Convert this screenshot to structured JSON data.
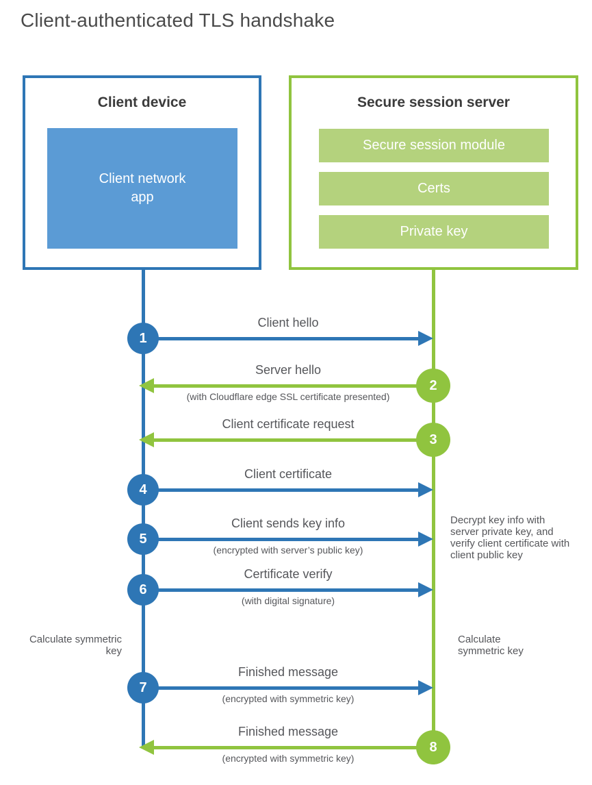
{
  "title": "Client-authenticated TLS handshake",
  "colors": {
    "blue": "#2e76b5",
    "blue_light": "#5b9bd5",
    "green": "#90c43f",
    "green_light": "#b4d27d",
    "heading_text": "#3b3b3b",
    "body_text": "#55565a",
    "title_text": "#4a4a4a"
  },
  "client_box": {
    "title": "Client device",
    "app_lines": [
      "Client network",
      "app"
    ]
  },
  "server_box": {
    "title": "Secure session server",
    "modules": [
      "Secure session module",
      "Certs",
      "Private key"
    ]
  },
  "steps": [
    {
      "num": "1",
      "from": "client",
      "label": "Client hello",
      "sub": ""
    },
    {
      "num": "2",
      "from": "server",
      "label": "Server hello",
      "sub": "(with Cloudflare edge SSL certificate presented)"
    },
    {
      "num": "3",
      "from": "server",
      "label": "Client certificate request",
      "sub": ""
    },
    {
      "num": "4",
      "from": "client",
      "label": "Client certificate",
      "sub": ""
    },
    {
      "num": "5",
      "from": "client",
      "label": "Client sends key info",
      "sub": "(encrypted with server’s public key)"
    },
    {
      "num": "6",
      "from": "client",
      "label": "Certificate verify",
      "sub": "(with digital signature)"
    },
    {
      "num": "7",
      "from": "client",
      "label": "Finished message",
      "sub": "(encrypted with symmetric key)"
    },
    {
      "num": "8",
      "from": "server",
      "label": "Finished message",
      "sub": "(encrypted with symmetric key)"
    }
  ],
  "annotations": {
    "server_note": "Decrypt key info with server private key, and verify client certificate with client public key",
    "client_calc": "Calculate symmetric key",
    "server_calc": "Calculate symmetric key"
  }
}
